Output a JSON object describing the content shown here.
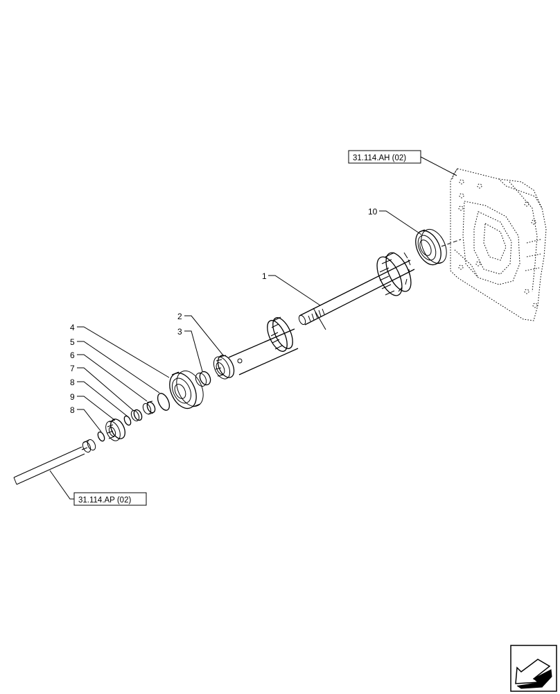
{
  "references": {
    "top": "31.114.AH (02)",
    "bottom": "31.114.AP (02)"
  },
  "callouts": [
    {
      "id": "c1",
      "label": "1"
    },
    {
      "id": "c2",
      "label": "2"
    },
    {
      "id": "c3",
      "label": "3"
    },
    {
      "id": "c4",
      "label": "4"
    },
    {
      "id": "c5",
      "label": "5"
    },
    {
      "id": "c6",
      "label": "6"
    },
    {
      "id": "c7",
      "label": "7"
    },
    {
      "id": "c8a",
      "label": "8"
    },
    {
      "id": "c9",
      "label": "9"
    },
    {
      "id": "c8b",
      "label": "8"
    },
    {
      "id": "c10",
      "label": "10"
    }
  ],
  "icons": {
    "nav": "arrow-icon"
  }
}
